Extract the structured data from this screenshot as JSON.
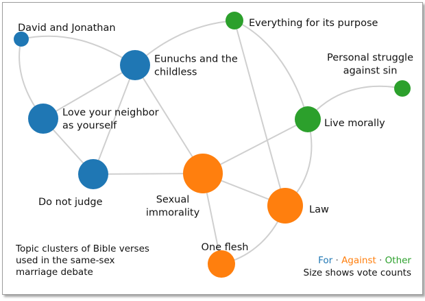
{
  "colors": {
    "for": "#1f77b4",
    "against": "#ff7f0e",
    "other": "#2ca02c",
    "edge": "#cfcfcf"
  },
  "nodes": [
    {
      "id": "david",
      "label_lines": [
        "David and Jonathan"
      ],
      "group": "for"
    },
    {
      "id": "eunuchs",
      "label_lines": [
        "Eunuchs and the",
        "childless"
      ],
      "group": "for"
    },
    {
      "id": "love",
      "label_lines": [
        "Love your neighbor",
        "as yourself"
      ],
      "group": "for"
    },
    {
      "id": "judge",
      "label_lines": [
        "Do not judge"
      ],
      "group": "for"
    },
    {
      "id": "purpose",
      "label_lines": [
        "Everything for its purpose"
      ],
      "group": "other"
    },
    {
      "id": "struggle",
      "label_lines": [
        "Personal struggle",
        "against sin"
      ],
      "group": "other"
    },
    {
      "id": "morally",
      "label_lines": [
        "Live morally"
      ],
      "group": "other"
    },
    {
      "id": "immorality",
      "label_lines": [
        "Sexual",
        "immorality"
      ],
      "group": "against"
    },
    {
      "id": "law",
      "label_lines": [
        "Law"
      ],
      "group": "against"
    },
    {
      "id": "flesh",
      "label_lines": [
        "One flesh"
      ],
      "group": "against"
    }
  ],
  "edges": [
    [
      "david",
      "love"
    ],
    [
      "david",
      "eunuchs"
    ],
    [
      "eunuchs",
      "love"
    ],
    [
      "eunuchs",
      "judge"
    ],
    [
      "eunuchs",
      "purpose"
    ],
    [
      "eunuchs",
      "immorality"
    ],
    [
      "love",
      "judge"
    ],
    [
      "judge",
      "immorality"
    ],
    [
      "purpose",
      "law"
    ],
    [
      "purpose",
      "morally"
    ],
    [
      "morally",
      "struggle"
    ],
    [
      "morally",
      "immorality"
    ],
    [
      "morally",
      "law"
    ],
    [
      "immorality",
      "law"
    ],
    [
      "immorality",
      "flesh"
    ],
    [
      "law",
      "flesh"
    ]
  ],
  "caption_lines": [
    "Topic clusters of Bible verses",
    "used in the same-sex",
    "marriage debate"
  ],
  "legend": {
    "for": "For",
    "sep": " · ",
    "against": "Against",
    "other": "Other",
    "size_note": "Size shows vote counts"
  }
}
